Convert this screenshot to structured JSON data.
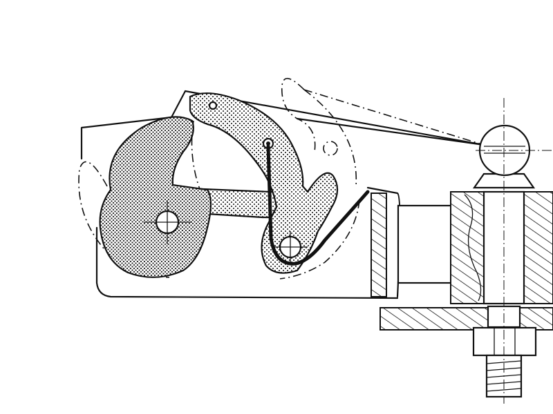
{
  "drawing": {
    "background": "#ffffff",
    "line_color": "#111111",
    "components": [
      "coupling-housing",
      "hook-jaw",
      "locking-latch",
      "spring-wire",
      "drawbar",
      "tow-ball",
      "mounting-plate",
      "bolt-and-nut"
    ]
  }
}
